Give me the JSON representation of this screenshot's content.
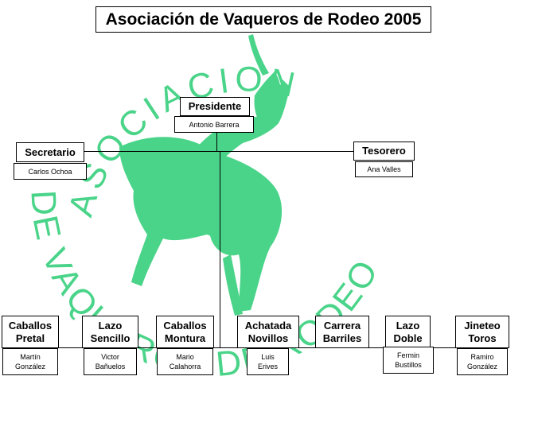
{
  "title": "Asociación de Vaqueros de Rodeo 2005",
  "watermark": {
    "top_text": "ASOCIACION",
    "bottom_text": "DE VAQUEROS DE RODEO",
    "color": "#4ad489"
  },
  "officers": {
    "presidente": {
      "role": "Presidente",
      "name": "Antonio Barrera"
    },
    "secretario": {
      "role": "Secretario",
      "name": "Carlos Ochoa"
    },
    "tesorero": {
      "role": "Tesorero",
      "name": "Ana Valles"
    }
  },
  "events": [
    {
      "role_1": "Caballos",
      "role_2": "Pretal",
      "name_1": "Martín",
      "name_2": "González"
    },
    {
      "role_1": "Lazo",
      "role_2": "Sencillo",
      "name_1": "Victor",
      "name_2": "Bañuelos"
    },
    {
      "role_1": "Caballos",
      "role_2": "Montura",
      "name_1": "Mario",
      "name_2": "Calahorra"
    },
    {
      "role_1": "Achatada",
      "role_2": "Novillos",
      "name_1": "Luis",
      "name_2": "Erives"
    },
    {
      "role_1": "Carrera",
      "role_2": "Barriles",
      "name_1": "",
      "name_2": ""
    },
    {
      "role_1": "Lazo",
      "role_2": "Doble",
      "name_1": "Fermin",
      "name_2": "Bustillos"
    },
    {
      "role_1": "Jineteo",
      "role_2": "Toros",
      "name_1": "Ramiro",
      "name_2": "González"
    }
  ]
}
